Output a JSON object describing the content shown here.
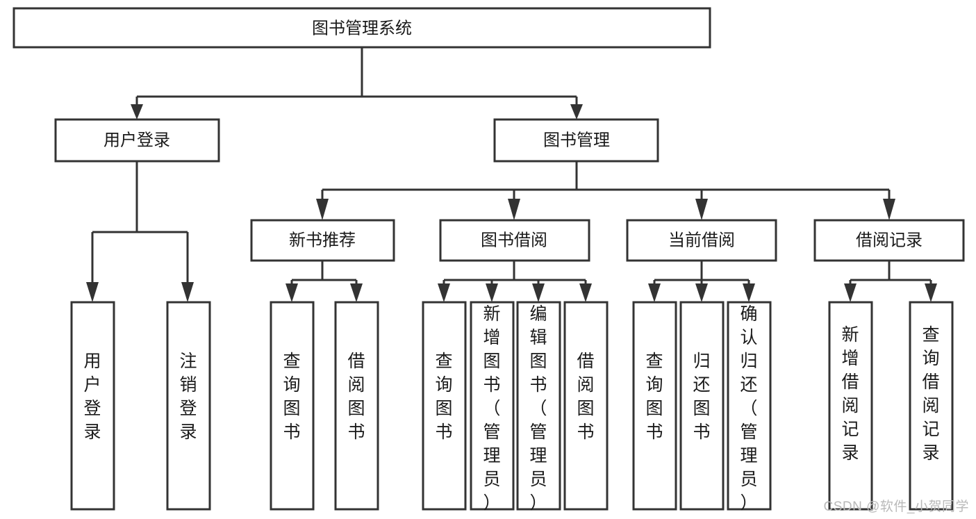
{
  "diagram": {
    "title_node": {
      "id": "root",
      "label": "图书管理系统"
    },
    "level2": [
      {
        "id": "user-login",
        "label": "用户登录"
      },
      {
        "id": "book-manage",
        "label": "图书管理"
      }
    ],
    "level3": [
      {
        "id": "new-book-recommend",
        "label": "新书推荐"
      },
      {
        "id": "book-borrow",
        "label": "图书借阅"
      },
      {
        "id": "current-borrow",
        "label": "当前借阅"
      },
      {
        "id": "borrow-record",
        "label": "借阅记录"
      }
    ],
    "leaves": {
      "user_login": [
        {
          "id": "leaf-user-login",
          "label": "用户登录"
        },
        {
          "id": "leaf-logout-login",
          "label": "注销登录"
        }
      ],
      "new_book_recommend": [
        {
          "id": "leaf-query-book-1",
          "label": "查询图书"
        },
        {
          "id": "leaf-borrow-book-1",
          "label": "借阅图书"
        }
      ],
      "book_borrow": [
        {
          "id": "leaf-query-book-2",
          "label": "查询图书"
        },
        {
          "id": "leaf-add-book",
          "label": "新增图书（管理员）"
        },
        {
          "id": "leaf-edit-book",
          "label": "编辑图书（管理员）"
        },
        {
          "id": "leaf-borrow-book-2",
          "label": "借阅图书"
        }
      ],
      "current_borrow": [
        {
          "id": "leaf-query-book-3",
          "label": "查询图书"
        },
        {
          "id": "leaf-return-book",
          "label": "归还图书"
        },
        {
          "id": "leaf-confirm-return",
          "label": "确认归还（管理员）"
        }
      ],
      "borrow_record": [
        {
          "id": "leaf-add-record",
          "label": "新增借阅记录"
        },
        {
          "id": "leaf-query-record",
          "label": "查询借阅记录"
        }
      ]
    }
  },
  "watermark": {
    "text": "CSDN @软件_小贺同学"
  },
  "colors": {
    "stroke": "#333333",
    "box_fill": "#ffffff",
    "text": "#1a1a1a",
    "watermark": "#b9b9b9",
    "background": "#ffffff"
  }
}
